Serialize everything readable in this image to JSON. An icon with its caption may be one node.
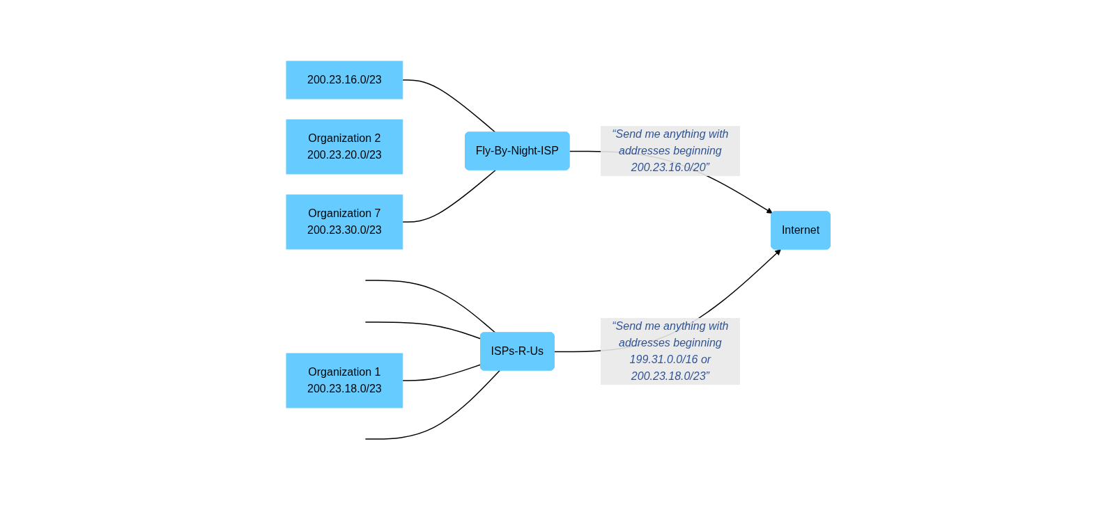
{
  "diagram": {
    "nodes": [
      {
        "text": [
          "200.23.16.0/23"
        ]
      },
      {
        "text": [
          "Organization 2",
          "200.23.20.0/23"
        ]
      },
      {
        "text": [
          "Organization 7",
          "200.23.30.0/23"
        ]
      },
      {
        "text": [
          "Organization 1",
          "200.23.18.0/23"
        ]
      },
      {
        "text": [
          "Fly-By-Night-ISP"
        ]
      },
      {
        "text": [
          "ISPs-R-Us"
        ]
      },
      {
        "text": [
          "Internet"
        ]
      }
    ],
    "edges": [
      {
        "from": 0,
        "to": 4,
        "arrow": "none"
      },
      {
        "from": 2,
        "to": 4,
        "arrow": "none"
      },
      {
        "from": 4,
        "to": 6,
        "arrow": "to",
        "label": "“Send me anything with addresses beginning 200.23.16.0/20”"
      },
      {
        "from": null,
        "to": 5,
        "arrow": "none"
      },
      {
        "from": null,
        "to": 5,
        "arrow": "none"
      },
      {
        "from": 3,
        "to": 5,
        "arrow": "none"
      },
      {
        "from": null,
        "to": 5,
        "arrow": "none"
      },
      {
        "from": 5,
        "to": 6,
        "arrow": "to",
        "label": "“Send me anything with addresses beginning 199.31.0.0/16 or 200.23.18.0/23”"
      }
    ]
  }
}
